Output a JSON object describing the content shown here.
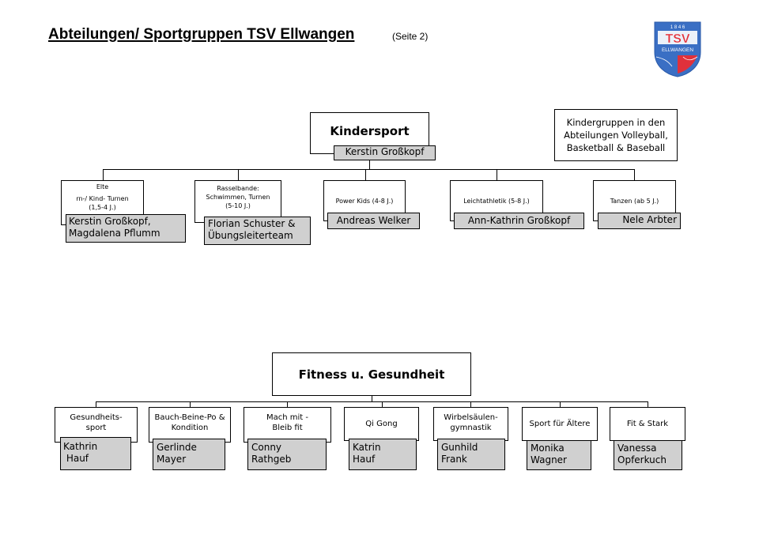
{
  "header": {
    "title": "Abteilungen/ Sportgruppen TSV Ellwangen",
    "subtitle": "(Seite 2)"
  },
  "logo": {
    "year": "1 8 4 6",
    "name": "TSV",
    "city": "ELLWANGEN",
    "colors": {
      "blue": "#3a6fc4",
      "red": "#e0313b"
    }
  },
  "note": {
    "line1": "Kindergruppen in den",
    "line2": "Abteilungen Volleyball,",
    "line3": "Basketball & Baseball"
  },
  "kindersport": {
    "title": "Kindersport",
    "leader": "Kerstin Großkopf",
    "groups": [
      {
        "label_lines": [
          "Elte",
          "rn-/ Kind- Turnen",
          "(1,5-4 J.)"
        ],
        "leaders": [
          "Kerstin Großkopf,",
          "Magdalena Pflumm"
        ]
      },
      {
        "label_lines": [
          "Rasselbande:",
          "Schwimmen, Turnen",
          "(5-10 J.)"
        ],
        "leaders": [
          "Florian Schuster &",
          "Übungsleiterteam"
        ]
      },
      {
        "label_lines": [
          "Power Kids (4-8 J.)"
        ],
        "leaders": [
          "Andreas Welker"
        ]
      },
      {
        "label_lines": [
          "Leichtathletik (5-8 J.)"
        ],
        "leaders": [
          "Ann-Kathrin Großkopf"
        ]
      },
      {
        "label_lines": [
          "Tanzen (ab 5 J.)"
        ],
        "leaders": [
          "Nele Arbter"
        ]
      }
    ]
  },
  "fitness": {
    "title": "Fitness u. Gesundheit",
    "groups": [
      {
        "label_lines": [
          "Gesundheits-",
          "sport"
        ],
        "leaders": [
          "Kathrin",
          " Hauf"
        ]
      },
      {
        "label_lines": [
          "Bauch-Beine-Po &",
          "Kondition"
        ],
        "leaders": [
          "Gerlinde",
          "Mayer"
        ]
      },
      {
        "label_lines": [
          "Mach mit -",
          "Bleib fit"
        ],
        "leaders": [
          "Conny",
          "Rathgeb"
        ]
      },
      {
        "label_lines": [
          "Qi Gong"
        ],
        "leaders": [
          "Katrin",
          "Hauf"
        ]
      },
      {
        "label_lines": [
          "Wirbelsäulen-",
          "gymnastik"
        ],
        "leaders": [
          "Gunhild",
          "Frank"
        ]
      },
      {
        "label_lines": [
          "Sport für Ältere"
        ],
        "leaders": [
          "Monika",
          "Wagner"
        ]
      },
      {
        "label_lines": [
          "Fit & Stark"
        ],
        "leaders": [
          "Vanessa",
          "Opferkuch"
        ]
      }
    ]
  }
}
